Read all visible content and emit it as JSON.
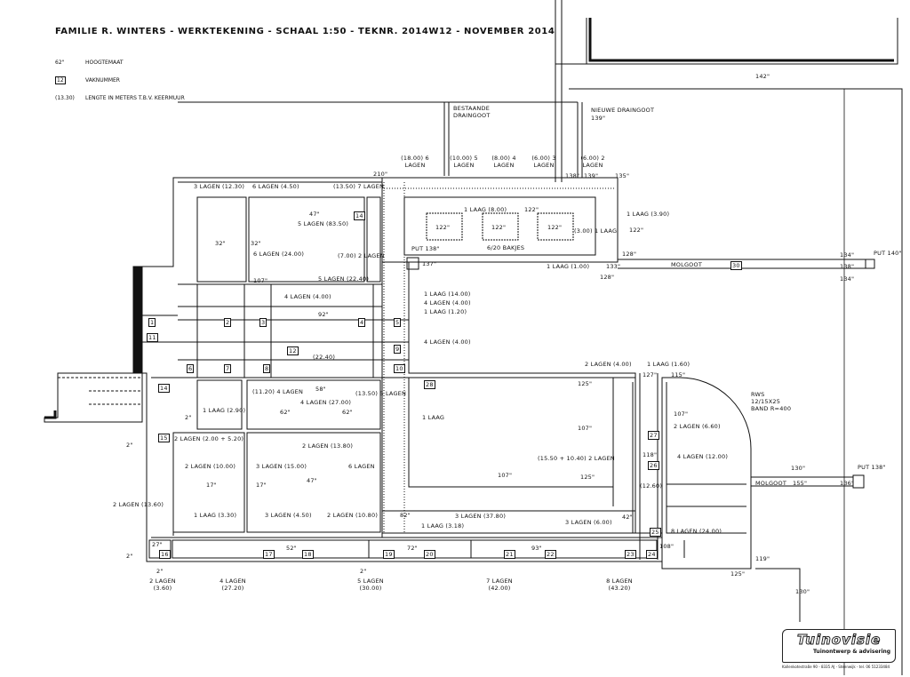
{
  "title": "FAMILIE R. WINTERS  -  WERKTEKENING  -  SCHAAL 1:50  -  TEKNR. 2014W12  -  NOVEMBER 2014",
  "legend": [
    {
      "key": "62\"",
      "label": "HOOGTEMAAT"
    },
    {
      "key": "12",
      "label": "VAKNUMMER"
    },
    {
      "key": "(13.30)",
      "label": "LENGTE IN METERS T.B.V. KEERMUUR"
    }
  ],
  "annotations": {
    "bestaande_draingoot": "BESTAANDE DRAINGOOT",
    "nieuwe_draingoot": "NIEUWE DRAINGOOT",
    "h139": "139\"",
    "h142": "142\"",
    "h210": "210\"",
    "h138a": "138\"",
    "h139b": "139\"",
    "h135": "135\"",
    "top_l1": "(18.00) 6 LAGEN",
    "top_l2": "(10.00) 5 LAGEN",
    "top_l3": "(8.00) 4 LAGEN",
    "top_l4": "(6.00) 3 LAGEN",
    "top_l5": "(6.00) 2 LAGEN",
    "h122a": "122\"",
    "h122b": "122\"",
    "h122c": "122\"",
    "h122d": "122\"",
    "h122e": "122\"",
    "laag800": "1 LAAG (8.00)",
    "bakjes": "6/20 BAKJES",
    "laag390": "1 LAAG (3.90)",
    "laag300": "(3.00) 1 LAAG",
    "put138": "PUT 138\"",
    "h137": "137\"",
    "laag100": "1 LAAG (1.00)",
    "h133": "133\"",
    "h128": "128\"",
    "h128b": "128\"",
    "molgoot": "MOLGOOT",
    "vak30": "30",
    "h134": "134\"",
    "put140": "PUT 140\"",
    "h138b": "138\"",
    "h134b": "134\"",
    "lagen_left1": "3 LAGEN (12.30)",
    "lagen_left2": "6 LAGEN (4.50)",
    "lagen_left3": "(13.50) 7 LAGEN",
    "h47a": "47\"",
    "lagen8350": "5 LAGEN (83.50)",
    "vak14a": "14",
    "h32a": "32\"",
    "h32b": "32\"",
    "lagen2400": "6 LAGEN (24.00)",
    "lagen700": "(7.00) 2 LAGEN",
    "h107": "107\"",
    "lagen2240": "5 LAGEN (22.40)",
    "lagen400a": "4 LAGEN (4.00)",
    "laag1400": "1 LAAG (14.00)",
    "lagen400b": "4 LAGEN (4.00)",
    "laag120": "1 LAAG (1.20)",
    "lagen400c": "4 LAGEN (4.00)",
    "vak1": "1",
    "vak11": "11",
    "vak2": "2",
    "vak3": "3",
    "vak4": "4",
    "vak5": "5",
    "vak6": "6",
    "vak7": "7",
    "vak8": "8",
    "vak9": "9",
    "vak10": "10",
    "vak12": "12",
    "h92": "92\"",
    "lagen2240b": "(22.40)",
    "vak14b": "14",
    "vak15": "15",
    "vak28": "28",
    "h2a": "2\"",
    "h2b": "2\"",
    "lagen1120": "(11.20) 4 LAGEN",
    "lagen2700": "4 LAGEN (27.00)",
    "lagen1350": "(13.50) 5 LAGEN",
    "h58": "58\"",
    "h62a": "62\"",
    "h62b": "62\"",
    "laag290": "1 LAAG (2.90)",
    "laag1": "1 LAAG",
    "h125a": "125\"",
    "h107b": "107\"",
    "lagen500": "2 LAGEN (2.00 + 5.20)",
    "lagen1000": "2 LAGEN (10.00)",
    "lagen1500": "3 LAGEN (15.00)",
    "lagen1380": "2 LAGEN (13.80)",
    "lagen6": "6 LAGEN",
    "h17a": "17\"",
    "h17b": "17\"",
    "h47b": "47\"",
    "lagen1360": "2 LAGEN (13.60)",
    "lagen1040": "(15.50 + 10.40) 2 LAGEN",
    "h125b": "125\"",
    "h107c": "107\"",
    "lagen_r1": "2 LAGEN (4.00)",
    "laag160": "1 LAAG (1.60)",
    "h127": "127\"",
    "h115": "115\"",
    "rws": "RWS 12/15X25 BAND R=400",
    "h107d": "107\"",
    "lagen660": "2 LAGEN (6.60)",
    "vak27": "27",
    "h118": "118\"",
    "lagen1200": "4 LAGEN (12.00)",
    "vak26": "26",
    "lagen1260": "(12.60)",
    "h130a": "130\"",
    "put138b": "PUT 138\"",
    "molgoot2": "MOLGOOT",
    "h155": "155\"",
    "h136": "136\"",
    "laag330": "1 LAAG (3.30)",
    "lagen450": "3 LAGEN (4.50)",
    "lagen1080": "2 LAGEN (10.80)",
    "lagen3780": "3 LAGEN (37.80)",
    "laag318": "1 LAAG (3.18)",
    "lagen600": "3 LAGEN (6.00)",
    "lagen2400b": "8 LAGEN (24.00)",
    "vak25": "25",
    "h82": "82\"",
    "h42": "42\"",
    "h52": "52\"",
    "h72": "72\"",
    "h93": "93\"",
    "h108": "108\"",
    "h27": "27\"",
    "vak16": "16",
    "vak17": "17",
    "vak18": "18",
    "vak19": "19",
    "vak20": "20",
    "vak21": "21",
    "vak22": "22",
    "vak23": "23",
    "vak24": "24",
    "h119": "119\"",
    "h125c": "125\"",
    "h130b": "130\"",
    "b1": "2 LAGEN (3.60)",
    "b2": "4 LAGEN (27.20)",
    "b3": "5 LAGEN (30.00)",
    "b4": "7 LAGEN (42.00)",
    "b5": "8 LAGEN (43.20)",
    "h2c": "2\"",
    "h2d": "2\"",
    "h2e": "2\""
  },
  "logo": {
    "name": "Tuinovisie",
    "tagline": "Tuinontwerp & advisering",
    "address": "Kallenkotestraße 90 - 8335 AJ - Steenwijk - tel. 06 51233484"
  }
}
